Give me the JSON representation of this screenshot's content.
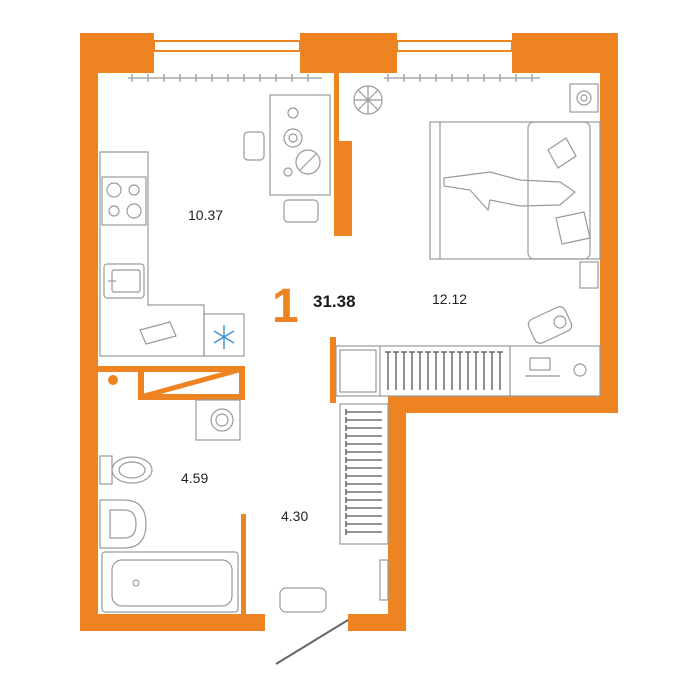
{
  "colors": {
    "wall": "#ee8322",
    "line": "#a9a9a9",
    "dark_line": "#555555",
    "background": "#ffffff",
    "snowflake": "#3f8fd6"
  },
  "plan": {
    "rooms_count": "1",
    "total_area": "31.38",
    "rooms": [
      {
        "id": "kitchen",
        "area": "10.37"
      },
      {
        "id": "bedroom",
        "area": "12.12"
      },
      {
        "id": "bathroom",
        "area": "4.59"
      },
      {
        "id": "hallway",
        "area": "4.30"
      }
    ]
  }
}
